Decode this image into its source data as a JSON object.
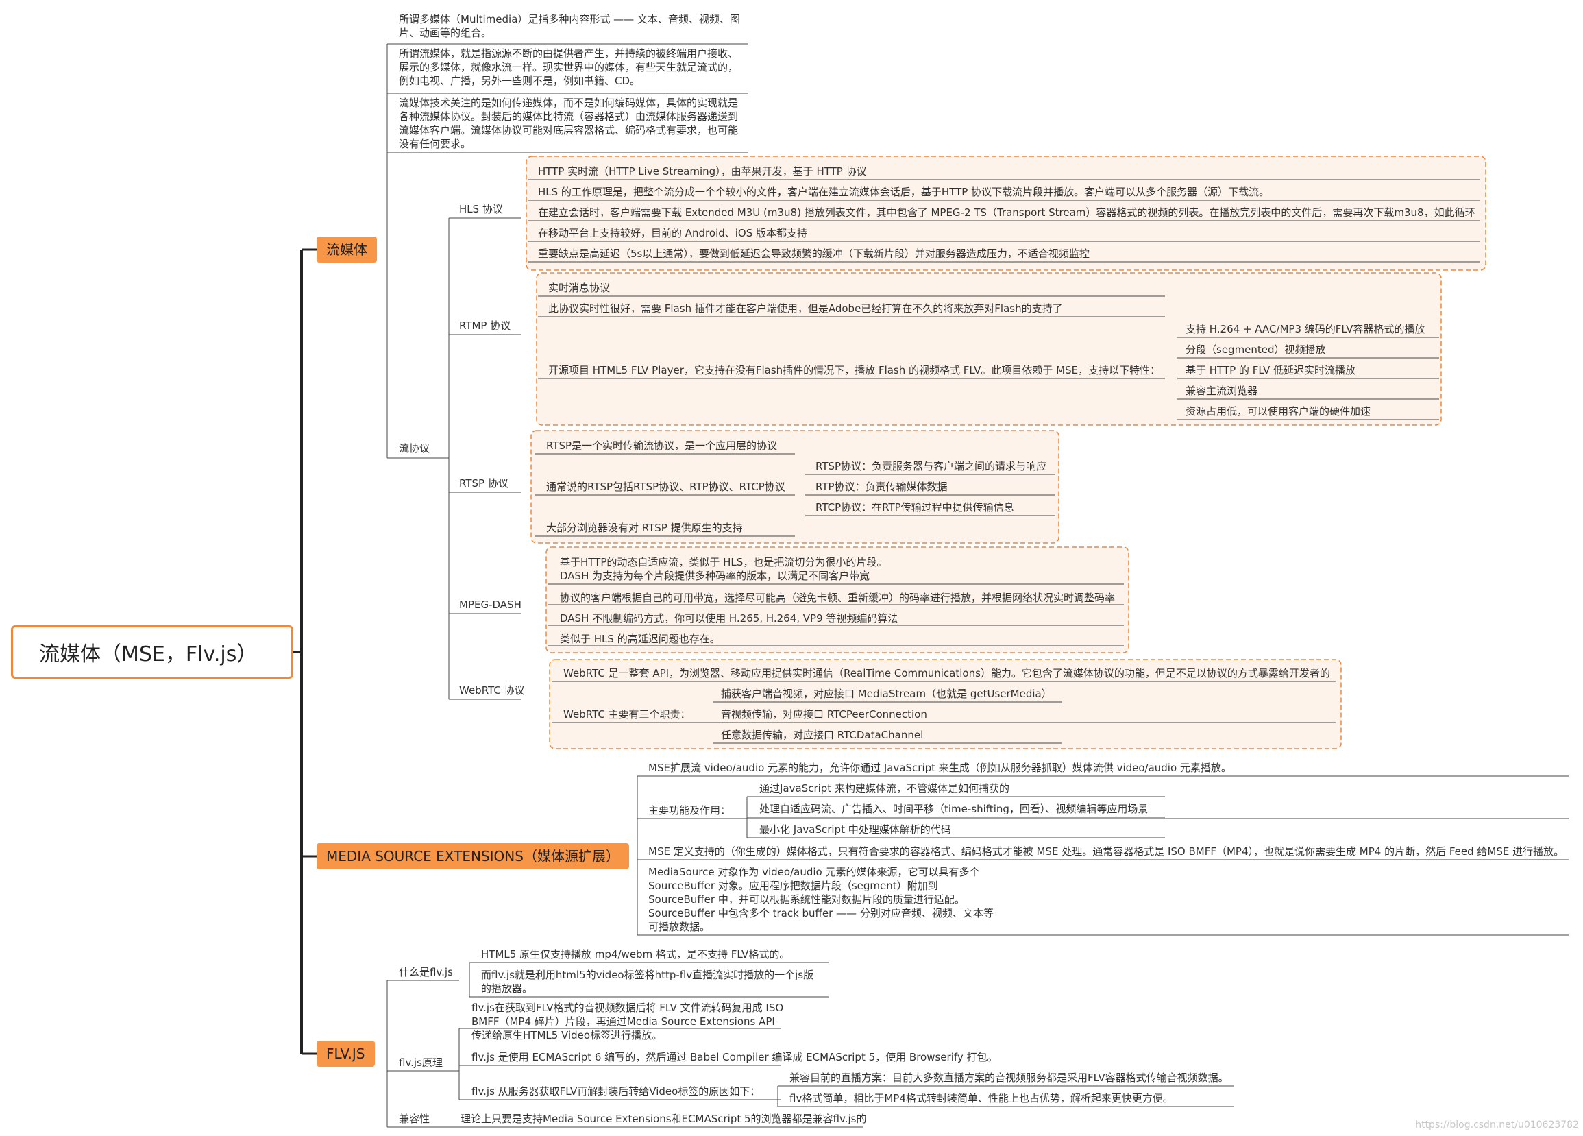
{
  "root": "流媒体（MSE，Flv.js）",
  "categories": {
    "streaming": "流媒体",
    "mse": "MEDIA SOURCE EXTENSIONS（媒体源扩展）",
    "flv": "FLV.JS"
  },
  "streaming": {
    "intro1": "所谓多媒体（Multimedia）是指多种内容形式 —— 文本、音频、视频、图片、动画等的组合。",
    "intro2": "所谓流媒体，就是指源源不断的由提供者产生，并持续的被终端用户接收、展示的多媒体，就像水流一样。现实世界中的媒体，有些天生就是流式的，例如电视、广播，另外一些则不是，例如书籍、CD。",
    "intro3": "流媒体技术关注的是如何传递媒体，而不是如何编码媒体，具体的实现就是各种流媒体协议。封装后的媒体比特流（容器格式）由流媒体服务器递送到流媒体客户端。流媒体协议可能对底层容器格式、编码格式有要求，也可能没有任何要求。",
    "protocols_label": "流协议",
    "hls": {
      "label": "HLS 协议",
      "items": [
        "HTTP 实时流（HTTP Live Streaming），由苹果开发，基于 HTTP 协议",
        "HLS 的工作原理是，把整个流分成一个个较小的文件，客户端在建立流媒体会话后，基于HTTP 协议下载流片段并播放。客户端可以从多个服务器（源）下载流。",
        "在建立会话时，客户端需要下载 Extended M3U (m3u8) 播放列表文件，其中包含了 MPEG-2 TS（Transport Stream）容器格式的视频的列表。在播放完列表中的文件后，需要再次下载m3u8，如此循环",
        "在移动平台上支持较好，目前的 Android、iOS 版本都支持",
        "重要缺点是高延迟（5s以上通常），要做到低延迟会导致频繁的缓冲（下载新片段）并对服务器造成压力，不适合视频监控"
      ]
    },
    "rtmp": {
      "label": "RTMP 协议",
      "items": [
        "实时消息协议",
        "此协议实时性很好，需要 Flash 插件才能在客户端使用，但是Adobe已经打算在不久的将来放弃对Flash的支持了",
        "开源项目 HTML5 FLV Player，它支持在没有Flash插件的情况下，播放 Flash 的视频格式 FLV。此项目依赖于 MSE，支持以下特性："
      ],
      "features": [
        "支持 H.264 + AAC/MP3 编码的FLV容器格式的播放",
        "分段（segmented）视频播放",
        "基于 HTTP 的 FLV 低延迟实时流播放",
        "兼容主流浏览器",
        "资源占用低，可以使用客户端的硬件加速"
      ]
    },
    "rtsp": {
      "label": "RTSP 协议",
      "items": [
        "RTSP是一个实时传输流协议，是一个应用层的协议",
        "通常说的RTSP包括RTSP协议、RTP协议、RTCP协议",
        "大部分浏览器没有对 RTSP 提供原生的支持"
      ],
      "sub": [
        "RTSP协议：负责服务器与客户端之间的请求与响应",
        "RTP协议：负责传输媒体数据",
        "RTCP协议：在RTP传输过程中提供传输信息"
      ]
    },
    "dash": {
      "label": "MPEG-DASH",
      "items": [
        "基于HTTP的动态自适应流，类似于 HLS，也是把流切分为很小的片段。",
        "DASH 为支持为每个片段提供多种码率的版本，以满足不同客户带宽",
        "协议的客户端根据自己的可用带宽，选择尽可能高（避免卡顿、重新缓冲）的码率进行播放，并根据网络状况实时调整码率",
        "DASH 不限制编码方式，你可以使用 H.265, H.264, VP9 等视频编码算法",
        "类似于 HLS 的高延迟问题也存在。"
      ]
    },
    "webrtc": {
      "label": "WebRTC 协议",
      "items": [
        "WebRTC 是一整套 API，为浏览器、移动应用提供实时通信（RealTime Communications）能力。它包含了流媒体协议的功能，但是不是以协议的方式暴露给开发者的",
        "WebRTC 主要有三个职责："
      ],
      "duties": [
        "捕获客户端音视频，对应接口 MediaStream（也就是 getUserMedia）",
        "音视频传输，对应接口 RTCPeerConnection",
        "任意数据传输，对应接口 RTCDataChannel"
      ]
    }
  },
  "mse": {
    "intro": "MSE扩展流 video/audio 元素的能力，允许你通过 JavaScript 来生成（例如从服务器抓取）媒体流供 video/audio 元素播放。",
    "functions_label": "主要功能及作用：",
    "functions": [
      "通过JavaScript 来构建媒体流，不管媒体是如何捕获的",
      "处理自适应码流、广告插入、时间平移（time-shifting，回看）、视频编辑等应用场景",
      "最小化 JavaScript 中处理媒体解析的代码"
    ],
    "format": "MSE 定义支持的（你生成的）媒体格式，只有符合要求的容器格式、编码格式才能被 MSE 处理。通常容器格式是 ISO BMFF（MP4），也就是说你需要生成 MP4 的片断，然后 Feed 给MSE 进行播放。",
    "mediasource": [
      "MediaSource 对象作为 video/audio 元素的媒体来源，它可以具有多个",
      "SourceBuffer 对象。应用程序把数据片段（segment）附加到",
      "SourceBuffer 中，并可以根据系统性能对数据片段的质量进行适配。",
      "SourceBuffer 中包含多个 track buffer —— 分别对应音频、视频、文本等",
      "可播放数据。"
    ]
  },
  "flv": {
    "what_label": "什么是flv.js",
    "what": [
      "HTML5 原生仅支持播放 mp4/webm 格式，是不支持 FLV格式的。",
      "而flv.js就是利用html5的video标签将http-flv直播流实时播放的一个js版的播放器。"
    ],
    "principle_label": "flv.js原理",
    "principle": [
      "flv.js在获取到FLV格式的音视频数据后将 FLV 文件流转码复用成 ISO BMFF（MP4 碎片）片段，再通过Media Source Extensions API 传递给原生HTML5 Video标签进行播放。",
      "flv.js 是使用 ECMAScript 6 编写的，然后通过 Babel Compiler 编译成 ECMAScript 5，使用 Browserify 打包。",
      "flv.js 从服务器获取FLV再解封装后转给Video标签的原因如下："
    ],
    "reasons": [
      "兼容目前的直播方案：目前大多数直播方案的音视频服务都是采用FLV容器格式传输音视频数据。",
      "flv格式简单，相比于MP4格式转封装简单、性能上也占优势，解析起来更快更方便。"
    ],
    "compat_label": "兼容性",
    "compat": "理论上只要是支持Media Source Extensions和ECMAScript 5的浏览器都是兼容flv.js的"
  },
  "watermark": "https://blog.csdn.net/u010623782"
}
